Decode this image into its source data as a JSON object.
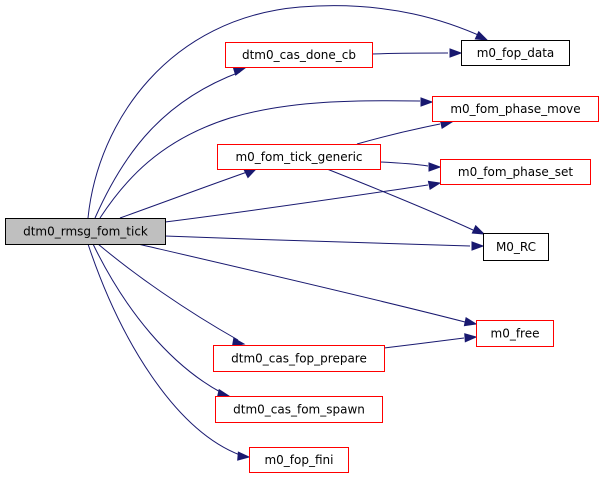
{
  "graph": {
    "title": "Call graph of dtm0_rmsg_fom_tick",
    "colors": {
      "edge": "#191970",
      "root_fill": "#bfbfbf",
      "root_border": "#000000",
      "node_border_documented": "#000000",
      "node_border_linked": "#ff0000",
      "node_fill": "#ffffff"
    },
    "nodes": [
      {
        "id": "root",
        "label": "dtm0_rmsg_fom_tick",
        "kind": "root"
      },
      {
        "id": "cas_done_cb",
        "label": "dtm0_cas_done_cb",
        "kind": "red"
      },
      {
        "id": "fop_data",
        "label": "m0_fop_data",
        "kind": "black"
      },
      {
        "id": "phase_move",
        "label": "m0_fom_phase_move",
        "kind": "red"
      },
      {
        "id": "tick_generic",
        "label": "m0_fom_tick_generic",
        "kind": "red"
      },
      {
        "id": "phase_set",
        "label": "m0_fom_phase_set",
        "kind": "red"
      },
      {
        "id": "rc",
        "label": "M0_RC",
        "kind": "black"
      },
      {
        "id": "free",
        "label": "m0_free",
        "kind": "red"
      },
      {
        "id": "fop_prepare",
        "label": "dtm0_cas_fop_prepare",
        "kind": "red"
      },
      {
        "id": "fom_spawn",
        "label": "dtm0_cas_fom_spawn",
        "kind": "red"
      },
      {
        "id": "fop_fini",
        "label": "m0_fop_fini",
        "kind": "red"
      }
    ],
    "edges": [
      {
        "from": "root",
        "to": "fop_data"
      },
      {
        "from": "root",
        "to": "cas_done_cb"
      },
      {
        "from": "root",
        "to": "phase_move"
      },
      {
        "from": "root",
        "to": "tick_generic"
      },
      {
        "from": "root",
        "to": "phase_set"
      },
      {
        "from": "root",
        "to": "rc"
      },
      {
        "from": "root",
        "to": "free"
      },
      {
        "from": "root",
        "to": "fop_prepare"
      },
      {
        "from": "root",
        "to": "fom_spawn"
      },
      {
        "from": "root",
        "to": "fop_fini"
      },
      {
        "from": "cas_done_cb",
        "to": "fop_data"
      },
      {
        "from": "tick_generic",
        "to": "phase_move"
      },
      {
        "from": "tick_generic",
        "to": "phase_set"
      },
      {
        "from": "tick_generic",
        "to": "rc"
      },
      {
        "from": "fop_prepare",
        "to": "free"
      }
    ]
  }
}
